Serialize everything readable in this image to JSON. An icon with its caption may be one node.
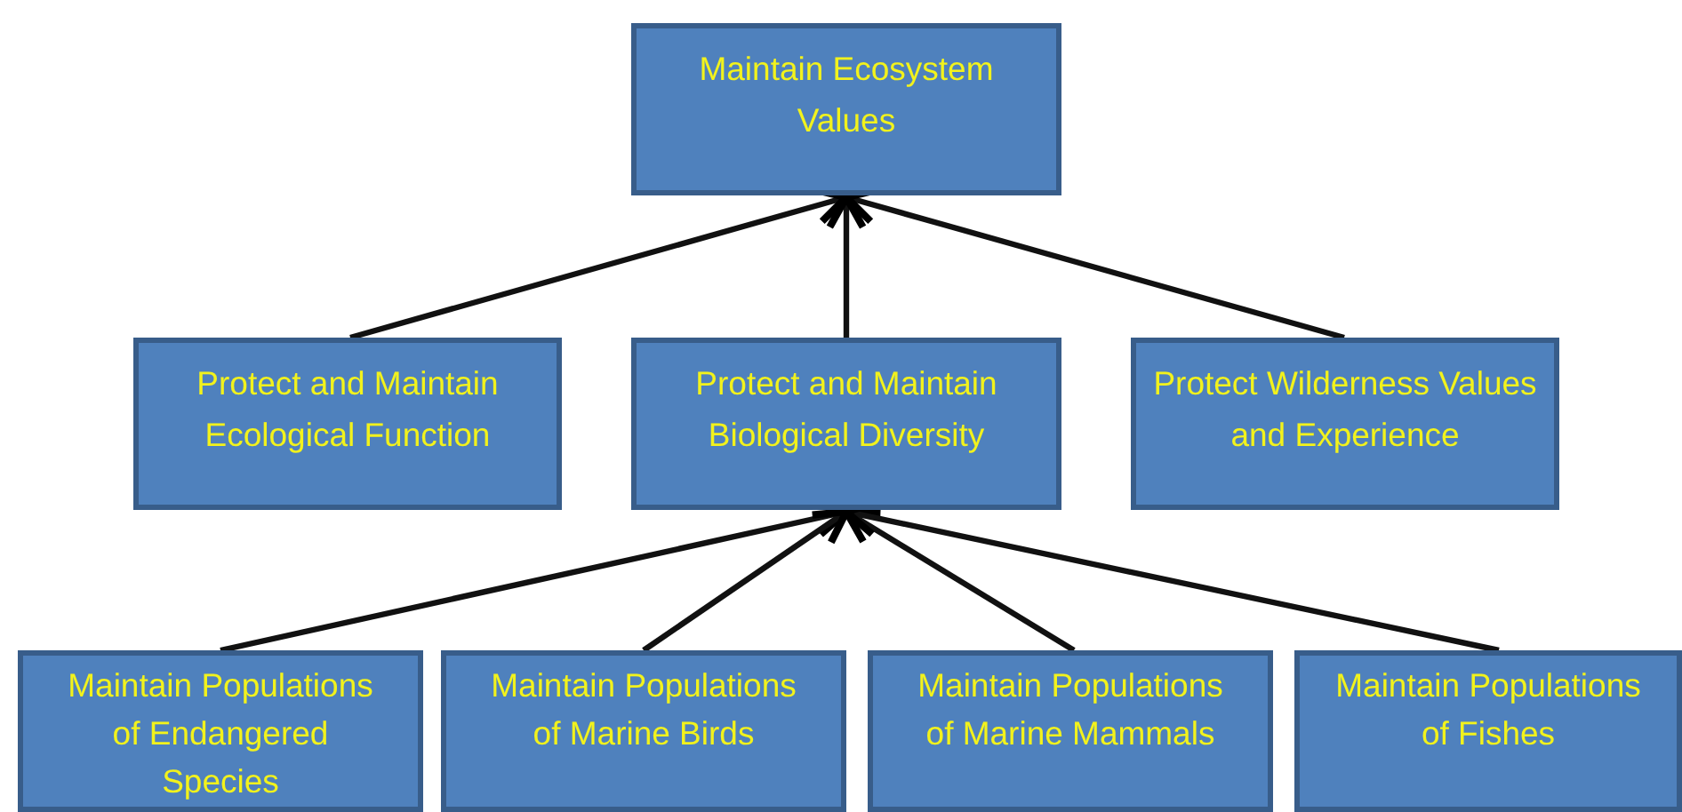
{
  "diagram": {
    "nodes": [
      {
        "text": [
          "Maintain Ecosystem Values"
        ]
      },
      {
        "text": [
          "Protect and Maintain Ecological Function"
        ]
      },
      {
        "text": [
          "Protect and Maintain Biological Diversity"
        ]
      },
      {
        "text": [
          "Protect Wilderness Values and Experience"
        ]
      },
      {
        "text": [
          "Maintain Populations of Endangered Species"
        ]
      },
      {
        "text": [
          "Maintain Populations of Marine Birds"
        ]
      },
      {
        "text": [
          "Maintain Populations of Marine Mammals"
        ]
      },
      {
        "text": [
          "Maintain Populations of Fishes"
        ]
      }
    ],
    "edges": [
      {
        "from": 1,
        "to": 0,
        "arrow": "to"
      },
      {
        "from": 2,
        "to": 0,
        "arrow": "to"
      },
      {
        "from": 3,
        "to": 0,
        "arrow": "to"
      },
      {
        "from": 4,
        "to": 2,
        "arrow": "to"
      },
      {
        "from": 5,
        "to": 2,
        "arrow": "to"
      },
      {
        "from": 6,
        "to": 2,
        "arrow": "to"
      },
      {
        "from": 7,
        "to": 2,
        "arrow": "to"
      }
    ]
  }
}
